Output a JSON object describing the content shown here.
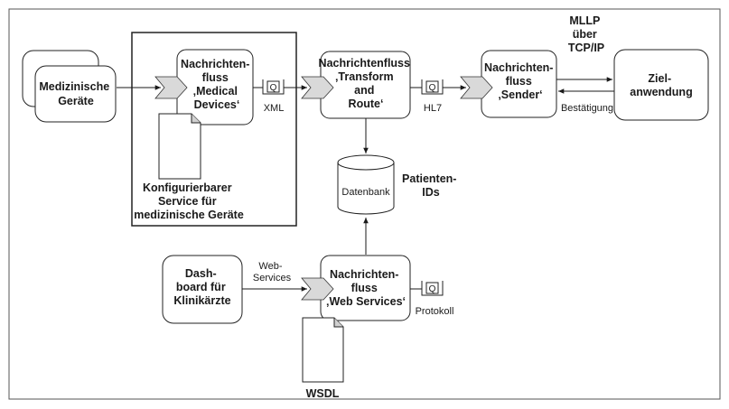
{
  "nodes": {
    "medical_devices": [
      "Medizinische",
      "Geräte"
    ],
    "flow_medical": [
      "Nachrichten-",
      "fluss",
      "‚Medical",
      "Devices‘"
    ],
    "flow_transform": [
      "Nachrichtenfluss",
      "‚Transform",
      "and",
      "Route‘"
    ],
    "flow_sender": [
      "Nachrichten-",
      "fluss",
      "‚Sender‘"
    ],
    "target_app": [
      "Ziel-",
      "anwendung"
    ],
    "dashboard": [
      "Dash-",
      "board für",
      "Klinikärzte"
    ],
    "flow_webservices": [
      "Nachrichten-",
      "fluss",
      "‚Web Services‘"
    ]
  },
  "database_label": "Datenbank",
  "configurable_service": [
    "Konfigurierbarer",
    "Service für",
    "medizinische Geräte"
  ],
  "patient_ids": [
    "Patienten-",
    "IDs"
  ],
  "mllp": [
    "MLLP",
    "über",
    "TCP/IP"
  ],
  "wsdl": "WSDL",
  "queue_letter": "Q",
  "edge_labels": {
    "xml": "XML",
    "hl7": "HL7",
    "ack": "Bestätigung",
    "web_services": [
      "Web-",
      "Services"
    ],
    "protocol": "Protokoll"
  }
}
